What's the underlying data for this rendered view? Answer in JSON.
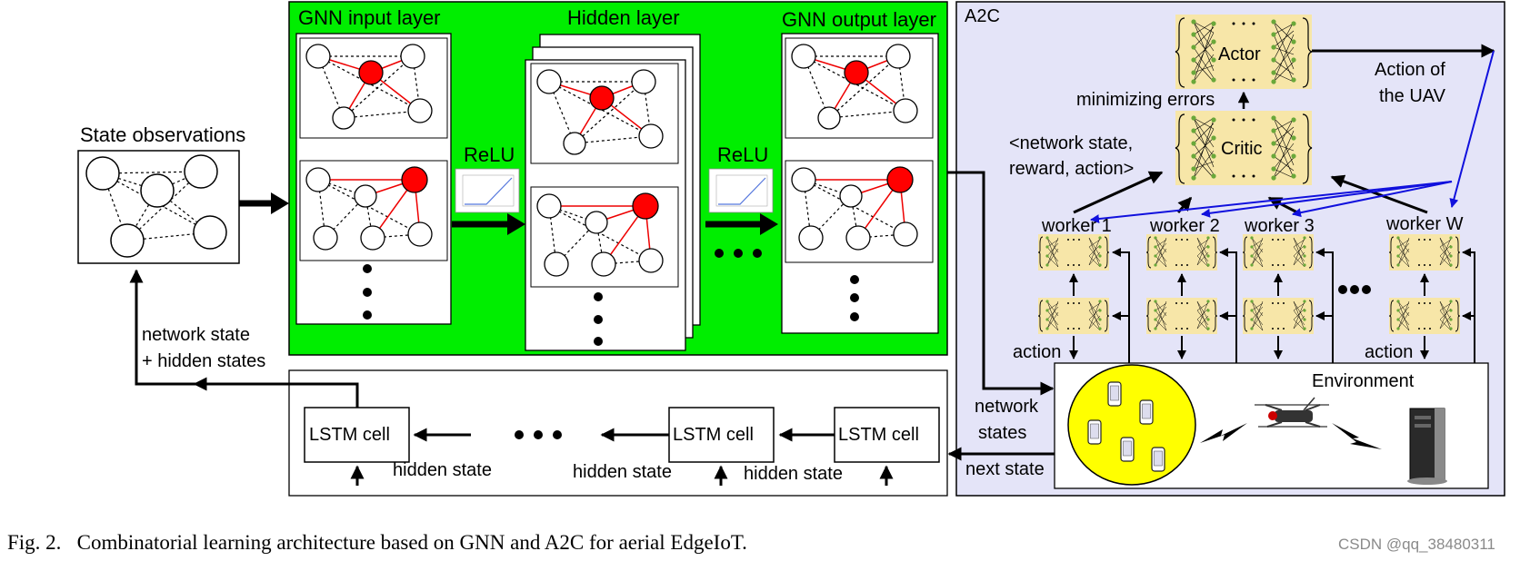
{
  "state_observations": "State observations",
  "gnn": {
    "input_layer": "GNN input layer",
    "hidden_layer": "Hidden layer",
    "output_layer": "GNN output layer",
    "activation_1": "ReLU",
    "activation_2": "ReLU"
  },
  "a2c": {
    "title": "A2C",
    "actor": "Actor",
    "critic": "Critic",
    "minimizing_errors": "minimizing errors",
    "critic_input_line1": "<network state,",
    "critic_input_line2": "reward, action>",
    "action_line1": "Action of",
    "action_line2": "the UAV",
    "workers": [
      "worker 1",
      "worker 2",
      "worker 3",
      "worker W"
    ],
    "action_left": "action",
    "action_right": "action",
    "environment": "Environment"
  },
  "lstm": {
    "cell_label": "LSTM cell",
    "hidden_state": "hidden state"
  },
  "flow": {
    "network_state_line1": "network state",
    "network_state_line2": "+ hidden states",
    "network_states_line1": "network",
    "network_states_line2": "states",
    "next_state": "next state"
  },
  "caption": "Fig. 2.   Combinatorial learning architecture based on GNN and A2C for aerial EdgeIoT.",
  "watermark": "CSDN @qq_38480311",
  "colors": {
    "gnn_background": "#00ee00",
    "a2c_background": "#e4e4f8",
    "network_panel": "#f7e6a8",
    "highlight_node": "#ff0000",
    "blue_arrows": "#1010dd",
    "environment_circle": "#ffff00"
  }
}
